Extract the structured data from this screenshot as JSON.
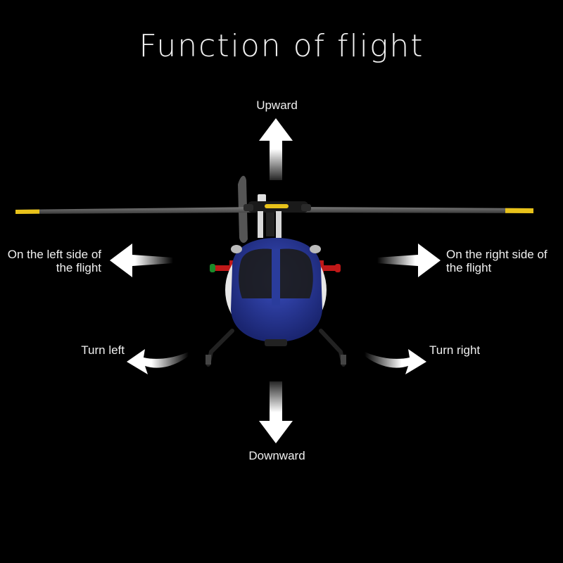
{
  "title": "Function of flight",
  "directions": {
    "up": "Upward",
    "down": "Downward",
    "left_side": "On the left side of the flight",
    "right_side": "On the right side of the flight",
    "turn_left": "Turn left",
    "turn_right": "Turn right"
  },
  "colors": {
    "background": "#000000",
    "body_blue": "#2a3c9c",
    "rotor_tip": "#e8c21a",
    "arrow": "#ffffff"
  },
  "icons": [
    "arrow-up-icon",
    "arrow-down-icon",
    "arrow-left-icon",
    "arrow-right-icon",
    "turn-left-icon",
    "turn-right-icon",
    "helicopter-image"
  ]
}
